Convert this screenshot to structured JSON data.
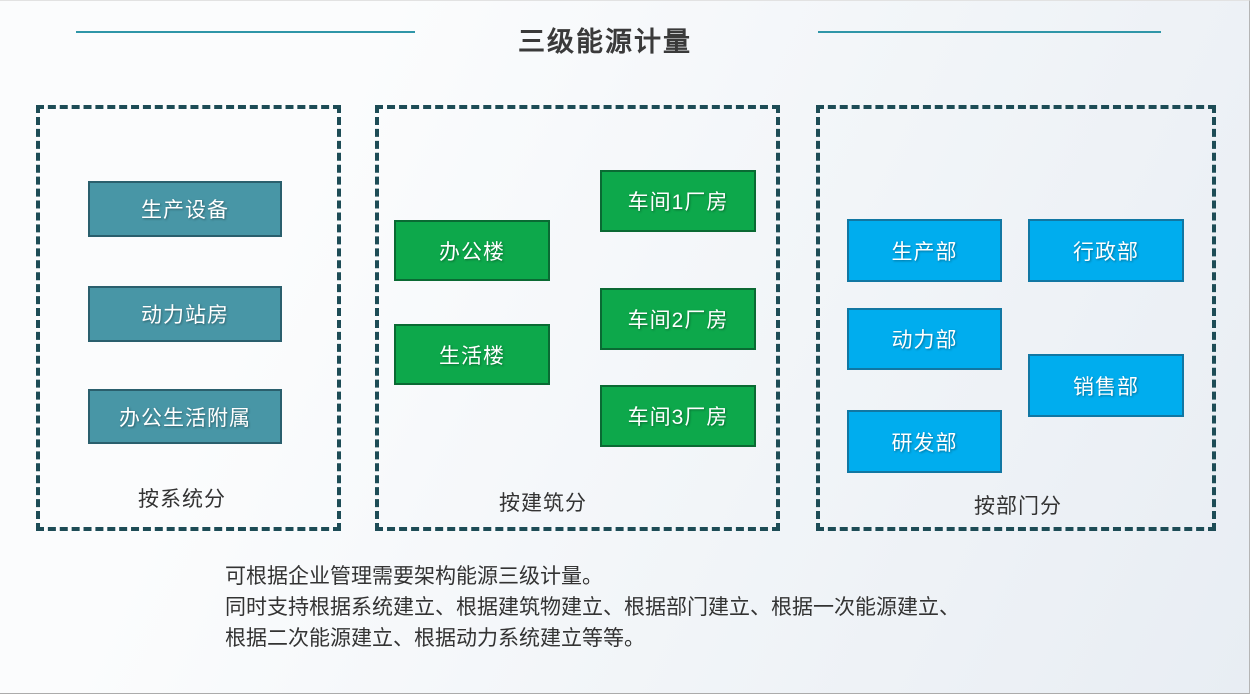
{
  "title": "三级能源计量",
  "groups": [
    {
      "id": "system",
      "label": "按系统分",
      "box_color": "#4896A6",
      "items": [
        "生产设备",
        "动力站房",
        "办公生活附属"
      ]
    },
    {
      "id": "building",
      "label": "按建筑分",
      "box_color": "#0DA84B",
      "items": [
        "办公楼",
        "生活楼",
        "车间1厂房",
        "车间2厂房",
        "车间3厂房"
      ]
    },
    {
      "id": "department",
      "label": "按部门分",
      "box_color": "#00ADEE",
      "items": [
        "生产部",
        "行政部",
        "动力部",
        "销售部",
        "研发部"
      ]
    }
  ],
  "notes": [
    "可根据企业管理需要架构能源三级计量。",
    "同时支持根据系统建立、根据建筑物建立、根据部门建立、根据一次能源建立、",
    "根据二次能源建立、根据动力系统建立等等。"
  ],
  "colors": {
    "accent_line": "#2F96A8",
    "dashed_border": "#1D4C56",
    "system_box": "#4896A6",
    "building_box": "#0DA84B",
    "department_box": "#00ADEE",
    "text_dark": "#333333",
    "box_text": "#FFFFFF"
  }
}
